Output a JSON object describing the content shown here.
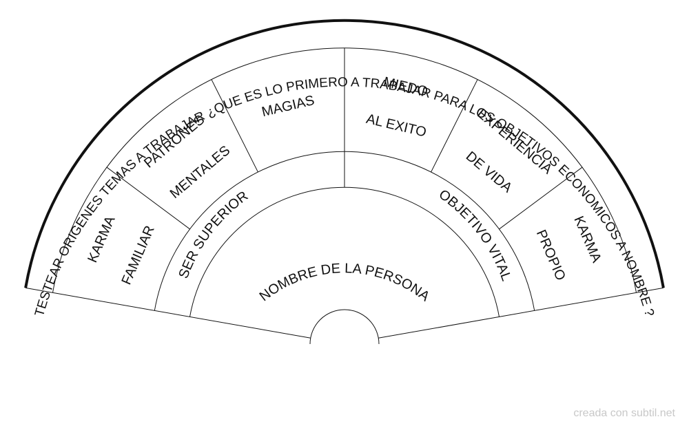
{
  "diagram": {
    "title": "TESTEAR ORIGENES TEMAS A TRABAJAR ¿QUE ES LO PRIMERO A TRABAJAR PARA LOS OBJETIVOS ECONOMICOS A NOMBRE ?",
    "center_label": "NOMBRE DE LA PERSONA",
    "middle_ring": {
      "left": "SER SUPERIOR",
      "right": "OBJETIVO VITAL"
    },
    "outer_sectors": [
      {
        "lines": [
          "KARMA",
          "FAMILIAR"
        ]
      },
      {
        "lines": [
          "PATRONES",
          "MENTALES"
        ]
      },
      {
        "lines": [
          "MAGIAS"
        ]
      },
      {
        "lines": [
          "MIEDO",
          "AL EXITO"
        ]
      },
      {
        "lines": [
          "EXPERIENCIA",
          "DE VIDA"
        ]
      },
      {
        "lines": [
          "KARMA",
          "PROPIO"
        ]
      }
    ]
  },
  "watermark": "creada con subtil.net",
  "colors": {
    "stroke": "#111111",
    "background": "#ffffff",
    "watermark": "#c8c8c8"
  }
}
